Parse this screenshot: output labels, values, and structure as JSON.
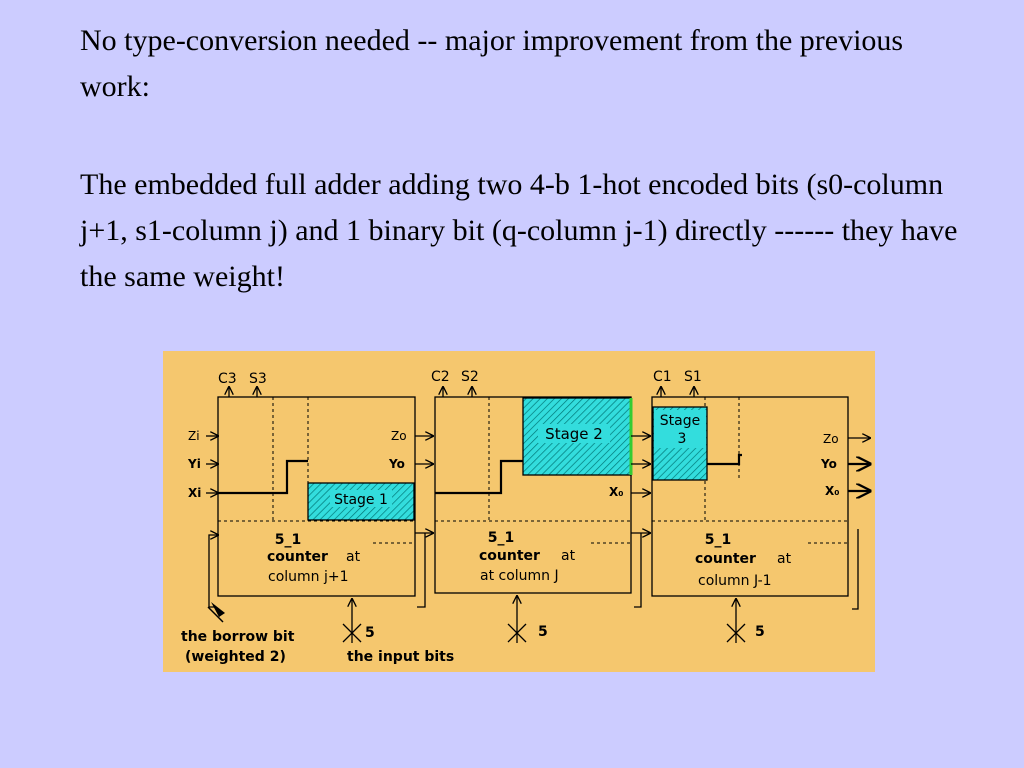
{
  "slide": {
    "paragraph1": "No type-conversion needed -- major improvement from the previous work:",
    "paragraph2": "The embedded full adder adding two 4-b 1-hot encoded bits (s0-column j+1, s1-column j) and 1 binary bit (q-column j-1) directly ------ they have the same weight!"
  },
  "colors": {
    "background": "#ccccff",
    "diagram_background": "#f5c76e",
    "stage_fill": "#33dddd",
    "stage_border": "#000000",
    "stage2_edge_accent": "#33cc33"
  },
  "diagram": {
    "top_labels": {
      "c3": "C3",
      "s3": "S3",
      "c2": "C2",
      "s2": "S2",
      "c1": "C1",
      "s1": "S1"
    },
    "left_inputs": {
      "zi": "Zi",
      "yi": "Yi",
      "xi": "Xi"
    },
    "block1_outputs": {
      "zo": "Zo",
      "yo": "Yo"
    },
    "block2_outputs": {
      "xo": "X₀"
    },
    "block3_outputs": {
      "zo": "Zo",
      "yo": "Yo",
      "xo": "X₀"
    },
    "stages": {
      "stage1": "Stage 1",
      "stage2": "Stage 2",
      "stage3_line1": "Stage",
      "stage3_line2": "3"
    },
    "counters": [
      {
        "name": "5_1",
        "line1": "counter",
        "line1_suffix": "at",
        "line2": "column j+1"
      },
      {
        "name": "5_1",
        "line1": "counter",
        "line1_suffix": "at",
        "line2": "at column J"
      },
      {
        "name": "5_1",
        "line1": "counter",
        "line1_suffix": "at",
        "line2": "column J-1"
      }
    ],
    "input_count": "5",
    "borrow_label_line1": "the borrow bit",
    "borrow_label_line2": "(weighted 2)",
    "input_bits_label": "the input bits"
  }
}
